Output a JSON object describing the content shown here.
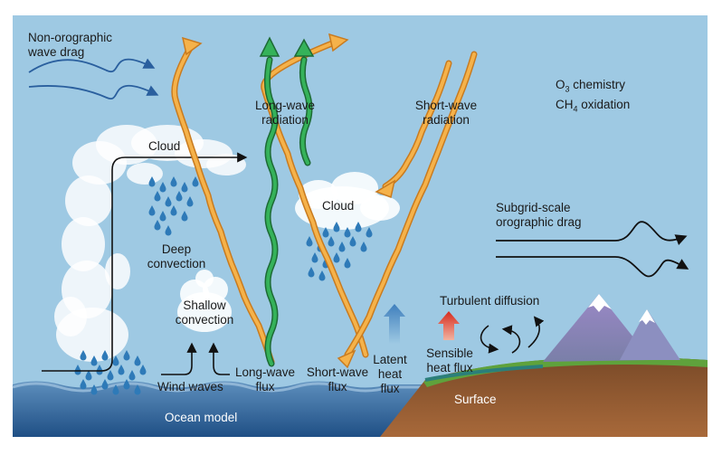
{
  "labels": {
    "non_orographic_1": "Non-orographic",
    "non_orographic_2": "wave drag",
    "o3_prefix": "O",
    "o3_sub": "3",
    "o3_suffix": " chemistry",
    "ch4_prefix": "CH",
    "ch4_sub": "4",
    "ch4_suffix": " oxidation",
    "long_wave_rad_1": "Long-wave",
    "long_wave_rad_2": "radiation",
    "short_wave_rad_1": "Short-wave",
    "short_wave_rad_2": "radiation",
    "cloud_left": "Cloud",
    "cloud_mid": "Cloud",
    "deep_conv_1": "Deep",
    "deep_conv_2": "convection",
    "shallow_conv_1": "Shallow",
    "shallow_conv_2": "convection",
    "subgrid_1": "Subgrid-scale",
    "subgrid_2": "orographic drag",
    "turbulent": "Turbulent diffusion",
    "sensible_1": "Sensible",
    "sensible_2": "heat flux",
    "latent_1": "Latent",
    "latent_2": "heat",
    "latent_3": "flux",
    "long_wave_flux_1": "Long-wave",
    "long_wave_flux_2": "flux",
    "short_wave_flux_1": "Short-wave",
    "short_wave_flux_2": "flux",
    "wind_waves": "Wind waves",
    "ocean_model": "Ocean model",
    "surface": "Surface"
  },
  "colors": {
    "sky": "#9ec9e3",
    "ocean": "#2d5f93",
    "ocean_light": "#5d8fbd",
    "land": "#8a5530",
    "grass": "#6fa93f",
    "shortwave": "#f2a63a",
    "longwave": "#2e9a4c",
    "drag_arrow_blue": "#2a5f9e",
    "rain": "#2e7ab8",
    "latent_arrow": "#4a86c0",
    "sensible_arrow": "#d93a2b"
  }
}
